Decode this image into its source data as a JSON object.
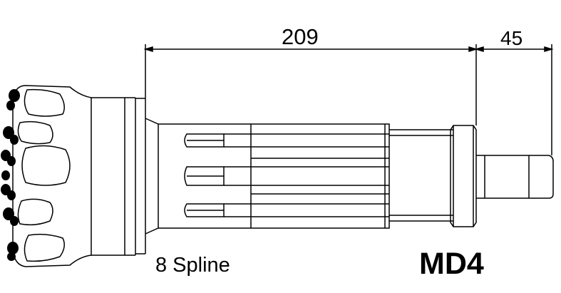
{
  "dimensions": {
    "length_main": "209",
    "length_shank": "45"
  },
  "labels": {
    "spline_note": "8 Spline",
    "model": "MD4"
  },
  "colors": {
    "line": "#000000",
    "button": "#000000",
    "background": "#ffffff"
  }
}
